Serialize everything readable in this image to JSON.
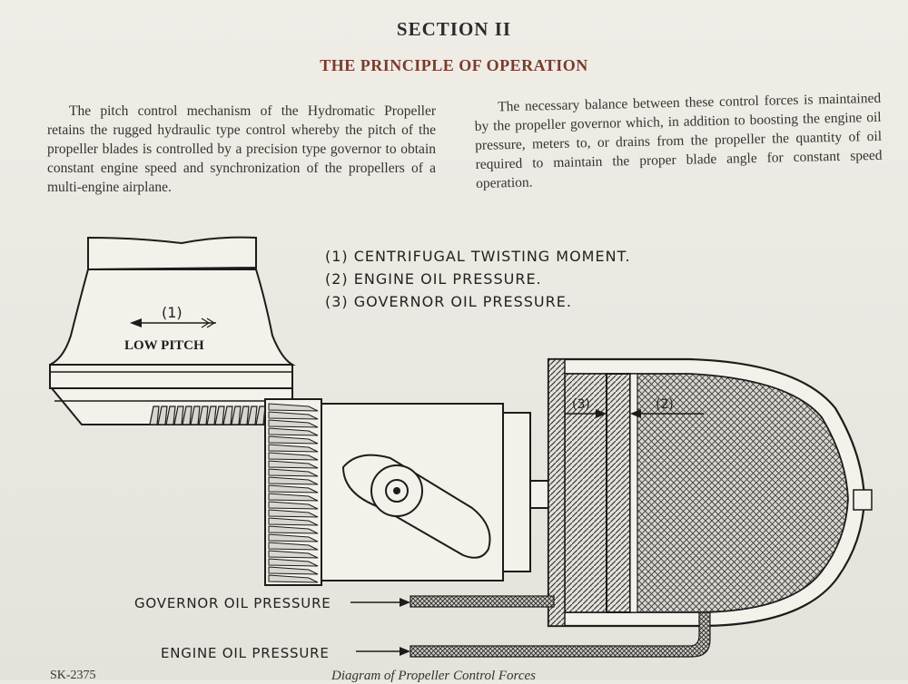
{
  "header": {
    "section": "SECTION II",
    "title": "THE PRINCIPLE OF OPERATION"
  },
  "body": {
    "left_paragraph": "The pitch control mechanism of the Hydromatic Propeller retains the rugged hydraulic type control whereby the pitch of the propeller blades is controlled by a precision type governor to obtain constant engine speed and synchronization of the propellers of a multi-engine airplane.",
    "right_paragraph": "The necessary balance between these control forces is maintained by the propeller governor which, in addition to boosting the engine oil pressure, meters to, or drains from the propeller the quantity of oil required to maintain the proper blade angle for constant speed operation."
  },
  "diagram": {
    "legend": [
      "(1) CENTRIFUGAL TWISTING MOMENT.",
      "(2) ENGINE OIL PRESSURE.",
      "(3) GOVERNOR OIL PRESSURE."
    ],
    "marker_1": "(1)",
    "marker_2": "(2)",
    "marker_3": "(3)",
    "low_pitch_label": "LOW PITCH",
    "governor_label": "GOVERNOR OIL PRESSURE",
    "engine_label": "ENGINE OIL PRESSURE",
    "colors": {
      "ink": "#1c1c1c",
      "hatch": "#444444",
      "title_red": "#7a3a2e"
    }
  },
  "footer": {
    "code": "SK-2375",
    "caption": "Diagram of Propeller Control Forces"
  }
}
